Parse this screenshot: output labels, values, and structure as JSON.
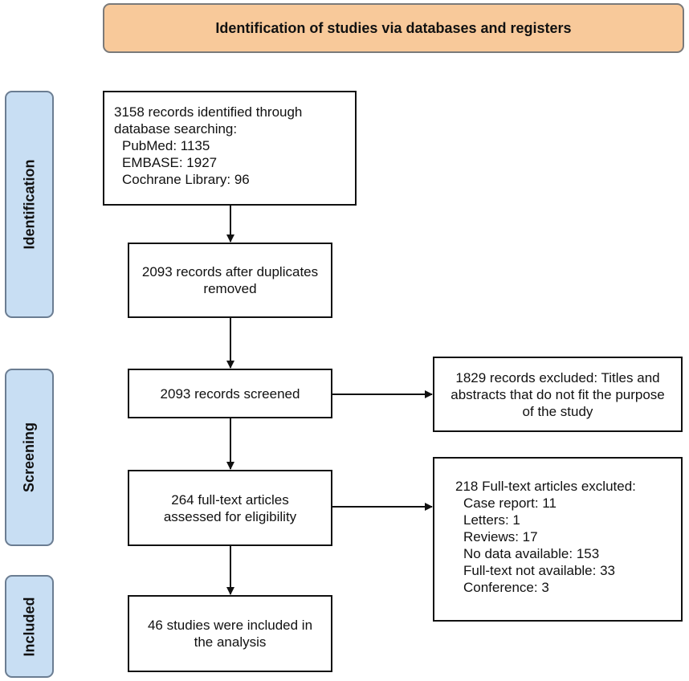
{
  "header": {
    "title": "Identification of studies via databases and registers"
  },
  "phases": {
    "identification": "Identification",
    "screening": "Screening",
    "included": "Included"
  },
  "boxes": {
    "records_identified": {
      "title": "3158 records identified through database searching:",
      "lines": [
        "PubMed: 1135",
        "EMBASE: 1927",
        "Cochrane Library: 96"
      ]
    },
    "after_duplicates": "2093 records after duplicates removed",
    "screened": "2093 records screened",
    "excluded_screening": "1829 records excluded: Titles and abstracts that do not fit the purpose of the study",
    "fulltext_assessed": "264 full-text articles assessed for eligibility",
    "fulltext_excluded": {
      "title": "218 Full-text articles excluted:",
      "lines": [
        "Case report: 11",
        "Letters: 1",
        "Reviews: 17",
        "No data available: 153",
        "Full-text not available: 33",
        "Conference: 3"
      ]
    },
    "included": "46 studies were included in the analysis"
  }
}
